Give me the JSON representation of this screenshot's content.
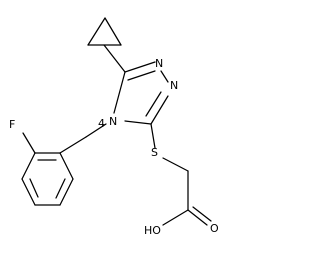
{
  "diagram": {
    "type": "chemical-structure",
    "labels": {
      "n_triazole_top": "N",
      "n_triazole_right": "N",
      "n_triazole_substituted": "N",
      "sulfur": "S",
      "fluorine": "F",
      "hydroxyl": "HO",
      "carbonyl_oxygen": "O",
      "n_substituted_locant": "4"
    }
  }
}
